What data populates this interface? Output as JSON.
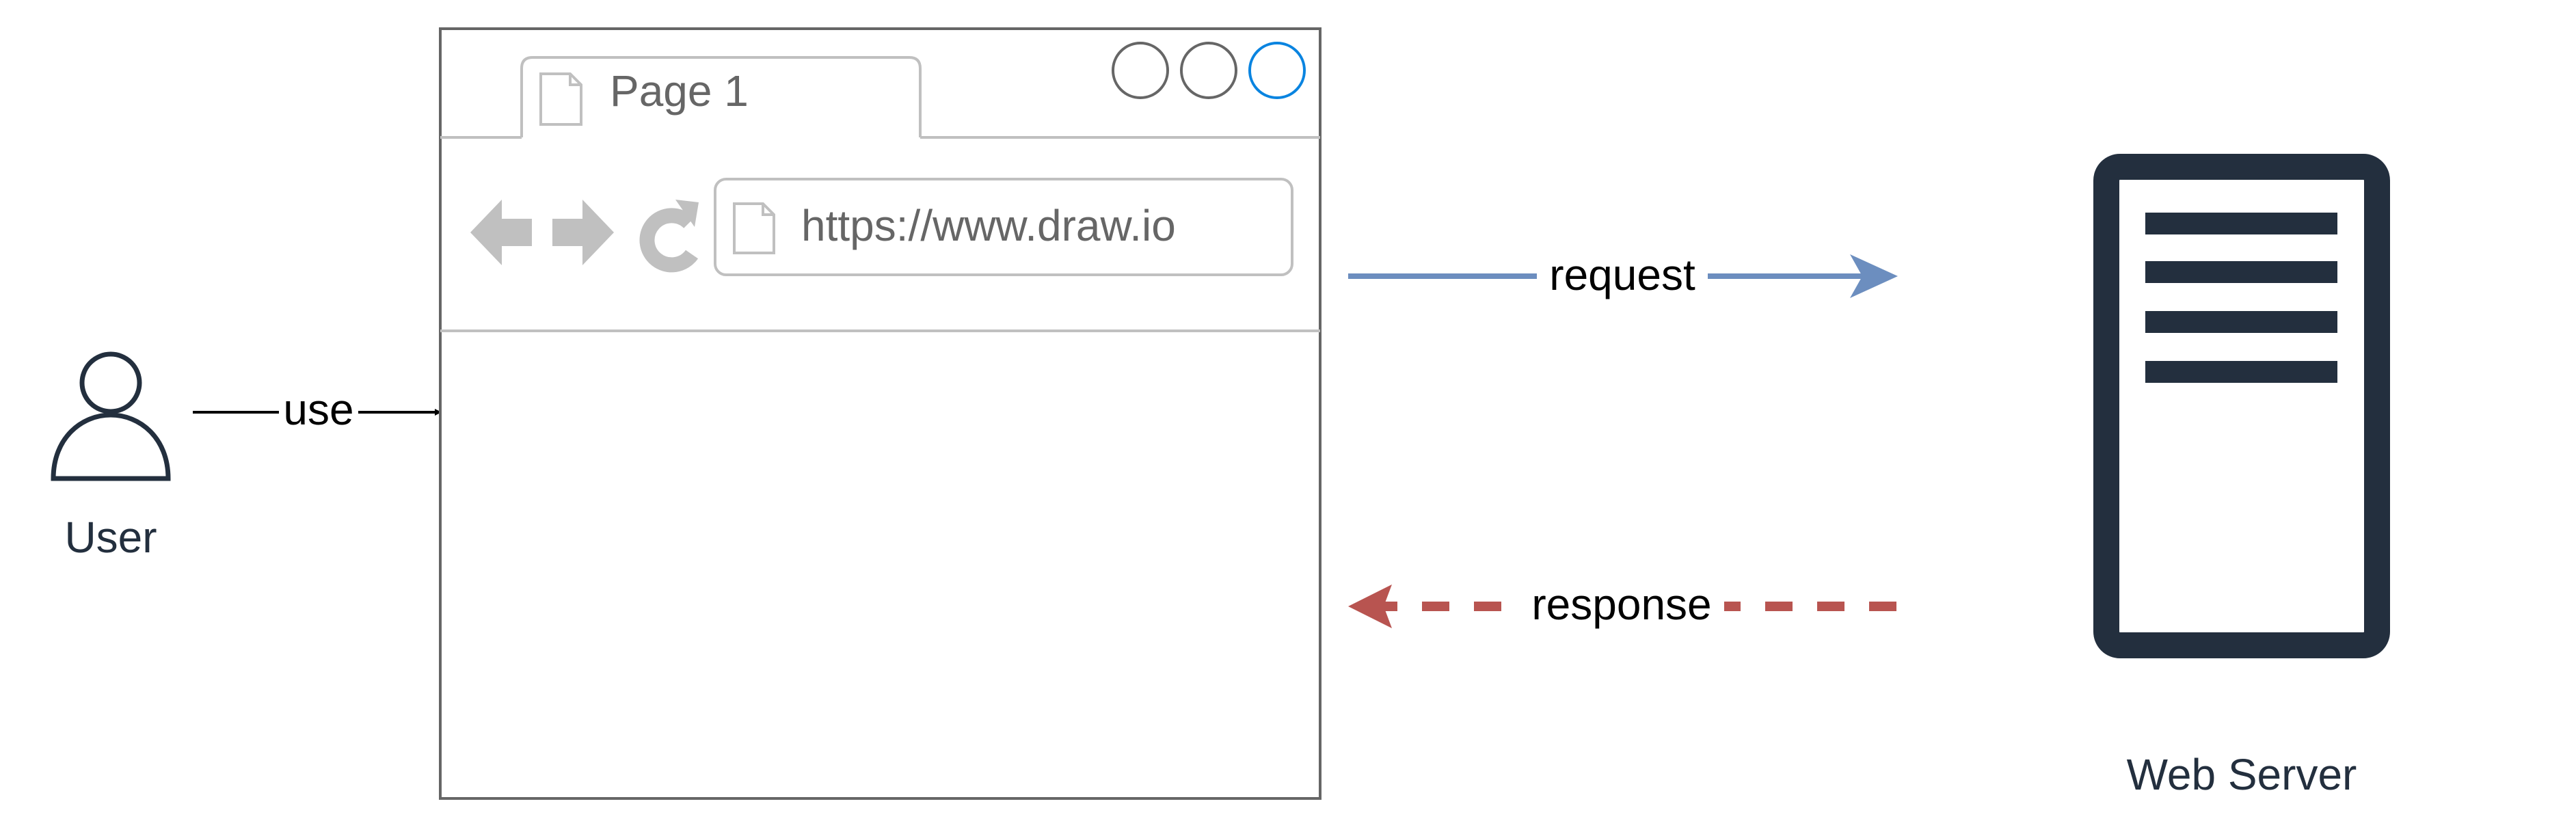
{
  "user": {
    "label": "User"
  },
  "browser": {
    "tab_label": "Page 1",
    "url": "https://www.draw.io"
  },
  "edges": {
    "use_label": "use",
    "request_label": "request",
    "response_label": "response"
  },
  "server": {
    "label": "Web Server"
  },
  "colors": {
    "dark": "#232F3E",
    "browser_border": "#666666",
    "browser_gray": "#C0C0C0",
    "close_accent": "#0A84E0",
    "request": "#6C8EBF",
    "response": "#B85450",
    "text_gray": "#666666"
  },
  "icons": [
    "user-icon",
    "page-icon",
    "back-arrow-icon",
    "forward-arrow-icon",
    "reload-icon",
    "server-icon"
  ]
}
